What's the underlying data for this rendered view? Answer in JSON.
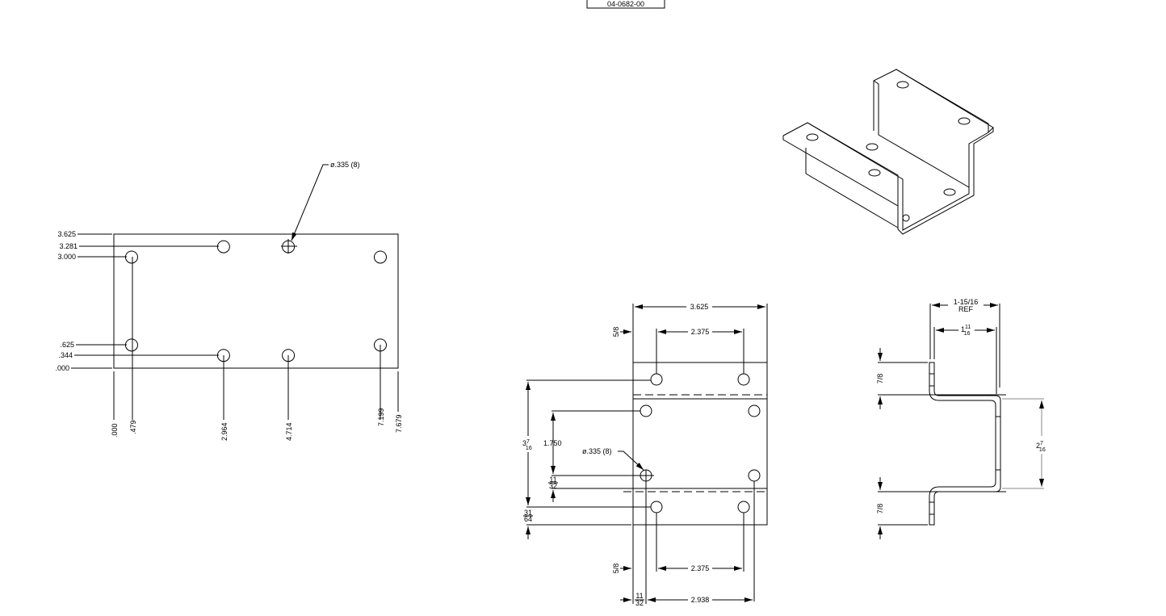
{
  "title_block": {
    "part_number": "04-0682-00"
  },
  "flat_pattern": {
    "hole_callout": "ø.335 (8)",
    "y_labels": [
      "3.625",
      "3.281",
      "3.000",
      ".625",
      ".344",
      ".000"
    ],
    "x_labels": [
      ".000",
      ".479",
      "2.964",
      "4.714",
      "7.199",
      "7.679"
    ],
    "holes": [
      [
        0.479,
        3.0
      ],
      [
        2.964,
        3.281
      ],
      [
        4.714,
        3.281
      ],
      [
        7.199,
        3.0
      ],
      [
        0.479,
        0.625
      ],
      [
        2.964,
        0.344
      ],
      [
        4.714,
        0.344
      ],
      [
        7.199,
        0.625
      ]
    ]
  },
  "front_view": {
    "width": "3.625",
    "top_spacing": "2.375",
    "bottom_spacing": "2.375",
    "top_offset": {
      "num": "5",
      "den": "8"
    },
    "bottom_offset": {
      "num": "5",
      "den": "8"
    },
    "overall_height": {
      "whole": "3",
      "num": "7",
      "den": "16"
    },
    "inner_height": "1.750",
    "hole_callout": "ø.335 (8)",
    "inner_offset": {
      "num": "11",
      "den": "32"
    },
    "flange_offset": {
      "num": "31",
      "den": "64"
    },
    "left_offset": {
      "num": "11",
      "den": "32"
    },
    "hole_span": "2.938"
  },
  "side_view": {
    "overall_ref": "1-15/16",
    "ref_label": "REF",
    "inner_width": {
      "whole": "1",
      "num": "11",
      "den": "16"
    },
    "top_flange": {
      "num": "7",
      "den": "8"
    },
    "bottom_flange": {
      "num": "7",
      "den": "8"
    },
    "web_height": {
      "whole": "2",
      "num": "7",
      "den": "16"
    }
  }
}
